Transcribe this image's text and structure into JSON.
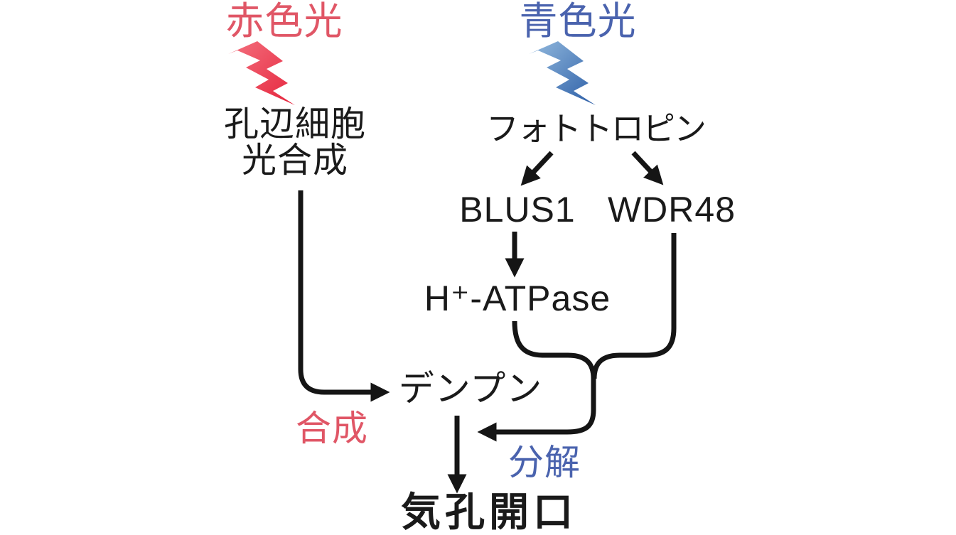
{
  "diagram": {
    "nodes": {
      "red_light": {
        "label": "赤色光"
      },
      "blue_light": {
        "label": "青色光"
      },
      "guard_cell_photosynthesis": {
        "line1": "孔辺細胞",
        "line2": "光合成"
      },
      "phototropin": {
        "label": "フォトトロピン"
      },
      "blus1": {
        "label": "BLUS1"
      },
      "wdr48": {
        "label": "WDR48"
      },
      "h_atpase": {
        "label": "H⁺-ATPase"
      },
      "starch": {
        "label": "デンプン"
      },
      "stomatal_opening": {
        "label": "気孔開口"
      }
    },
    "edge_labels": {
      "synthesis": "合成",
      "degradation": "分解"
    },
    "edges": [
      {
        "id": "red-light-to-photosynthesis",
        "type": "lightning-bolt"
      },
      {
        "id": "blue-light-to-phototropin",
        "type": "lightning-bolt"
      },
      {
        "id": "phototropin-to-blus1",
        "type": "arrow"
      },
      {
        "id": "phototropin-to-wdr48",
        "type": "arrow"
      },
      {
        "id": "blus1-to-h-atpase",
        "type": "arrow"
      },
      {
        "id": "photosynthesis-to-starch",
        "type": "arrow",
        "label_ref": "synthesis"
      },
      {
        "id": "h-atpase-and-wdr48-to-starch",
        "type": "merged-arrow",
        "label_ref": "degradation"
      },
      {
        "id": "starch-to-stomatal-opening",
        "type": "arrow"
      }
    ],
    "icons": [
      {
        "name": "red-lightning-icon",
        "meaning": "red light flash"
      },
      {
        "name": "blue-lightning-icon",
        "meaning": "blue light flash"
      }
    ]
  },
  "colors": {
    "background": "#ffffff",
    "line": "#151515",
    "red": "#e05666",
    "blue": "#4a63ae",
    "red_bolt_start": "#f4707e",
    "red_bolt_end": "#e5243c",
    "blue_bolt_start": "#93bade",
    "blue_bolt_end": "#2b5da6"
  }
}
